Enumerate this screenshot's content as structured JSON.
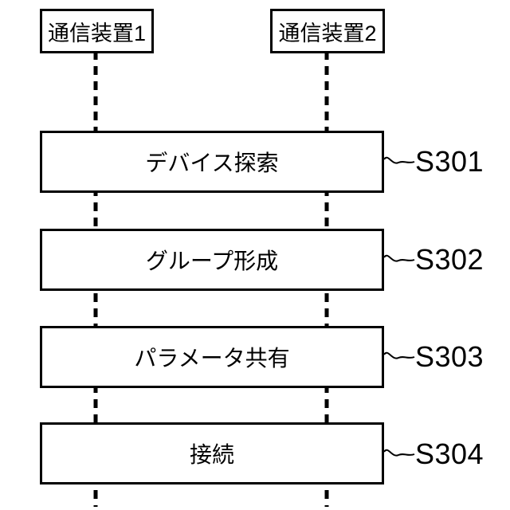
{
  "diagram": {
    "type": "sequence-flow",
    "participants": [
      {
        "id": "device1",
        "label": "通信装置1"
      },
      {
        "id": "device2",
        "label": "通信装置2"
      }
    ],
    "steps": [
      {
        "label": "デバイス探索",
        "ref": "S301"
      },
      {
        "label": "グループ形成",
        "ref": "S302"
      },
      {
        "label": "パラメータ共有",
        "ref": "S303"
      },
      {
        "label": "接続",
        "ref": "S304"
      }
    ],
    "colors": {
      "line": "#000000",
      "background": "#ffffff",
      "box_fill": "#ffffff"
    }
  }
}
